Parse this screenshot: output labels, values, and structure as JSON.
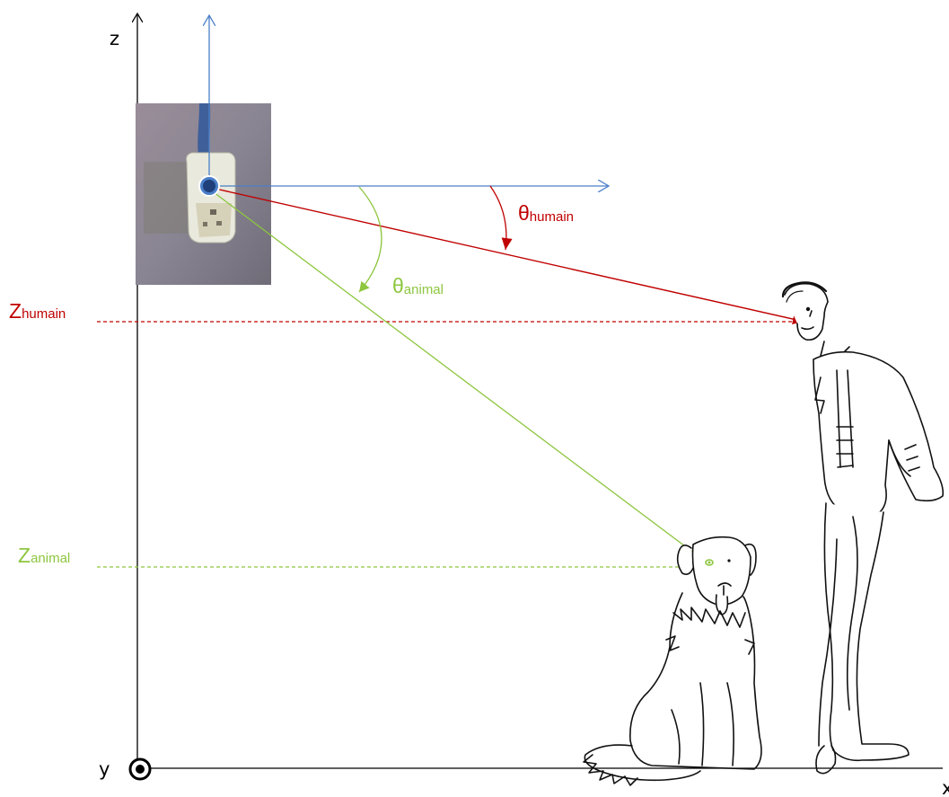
{
  "axes": {
    "z_label": "z",
    "y_label": "y",
    "x_label": "x"
  },
  "labels": {
    "z_human_main": "Z",
    "z_human_sub": "humain",
    "z_animal_main": "Z",
    "z_animal_sub": "animal",
    "theta_human_main": "θ",
    "theta_human_sub": "humain",
    "theta_animal_main": "θ",
    "theta_animal_sub": "animal"
  },
  "colors": {
    "axis": "#000000",
    "sensor_axes": "#4a7fc8",
    "human": "#c00000",
    "animal": "#8dc63f",
    "sensor_photo_bg": "#8d8696"
  },
  "icons": [
    "motion-sensor-photo",
    "human-figure",
    "dog-figure",
    "y-axis-out-of-page-icon"
  ]
}
